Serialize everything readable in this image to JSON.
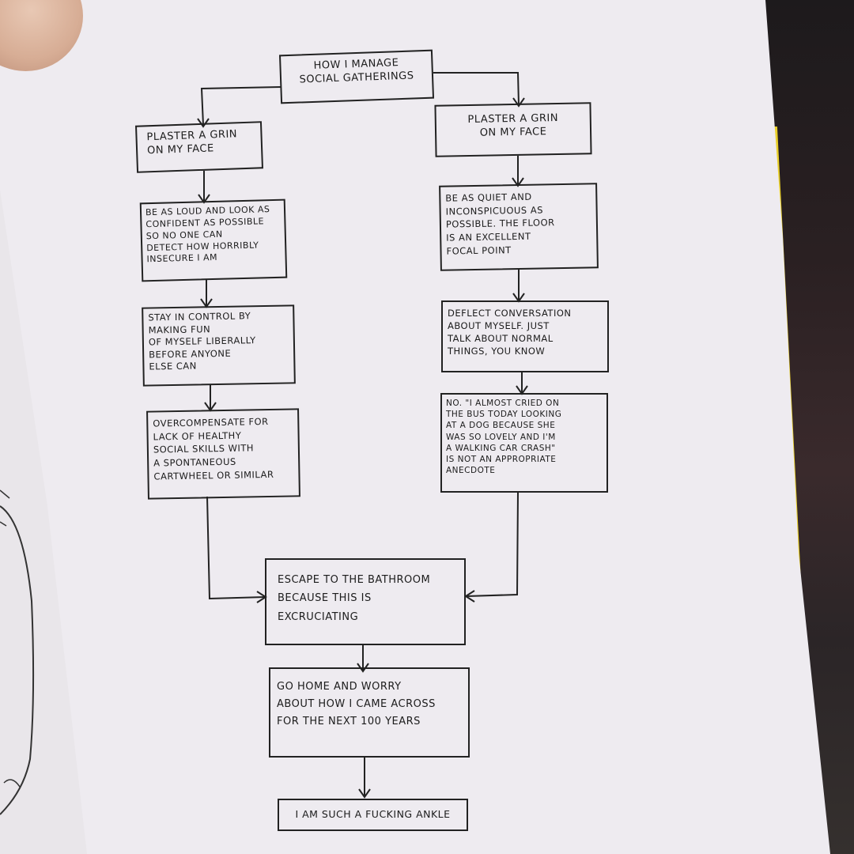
{
  "flowchart": {
    "title": "HOW I MANAGE\nSOCIAL GATHERINGS",
    "left_branch": [
      "PLASTER A GRIN\nON MY FACE",
      "BE AS LOUD AND LOOK AS\nCONFIDENT AS POSSIBLE\nSO NO ONE CAN\nDETECT HOW HORRIBLY\nINSECURE I AM",
      "STAY IN CONTROL BY\nMAKING FUN\nOF MYSELF LIBERALLY\nBEFORE ANYONE\nELSE CAN",
      "OVERCOMPENSATE FOR\nLACK OF HEALTHY\nSOCIAL SKILLS WITH\nA SPONTANEOUS\nCARTWHEEL OR SIMILAR"
    ],
    "right_branch": [
      "PLASTER A GRIN\nON MY FACE",
      "BE AS QUIET AND\nINCONSPICUOUS AS\nPOSSIBLE. THE FLOOR\nIS AN EXCELLENT\nFOCAL POINT",
      "DEFLECT CONVERSATION\nABOUT MYSELF. JUST\nTALK ABOUT NORMAL\nTHINGS, YOU KNOW",
      "NO. \"I ALMOST CRIED ON\nTHE BUS TODAY LOOKING\nAT A DOG BECAUSE SHE\nWAS SO LOVELY AND I'M\nA WALKING CAR CRASH\"\nIS NOT AN APPROPRIATE\nANECDOTE"
    ],
    "merge": [
      "ESCAPE TO THE BATHROOM\nBECAUSE THIS IS\nEXCRUCIATING",
      "GO HOME AND WORRY\nABOUT HOW I CAME ACROSS\nFOR THE NEXT 100 YEARS",
      "I AM SUCH A FUCKING ANKLE"
    ]
  }
}
